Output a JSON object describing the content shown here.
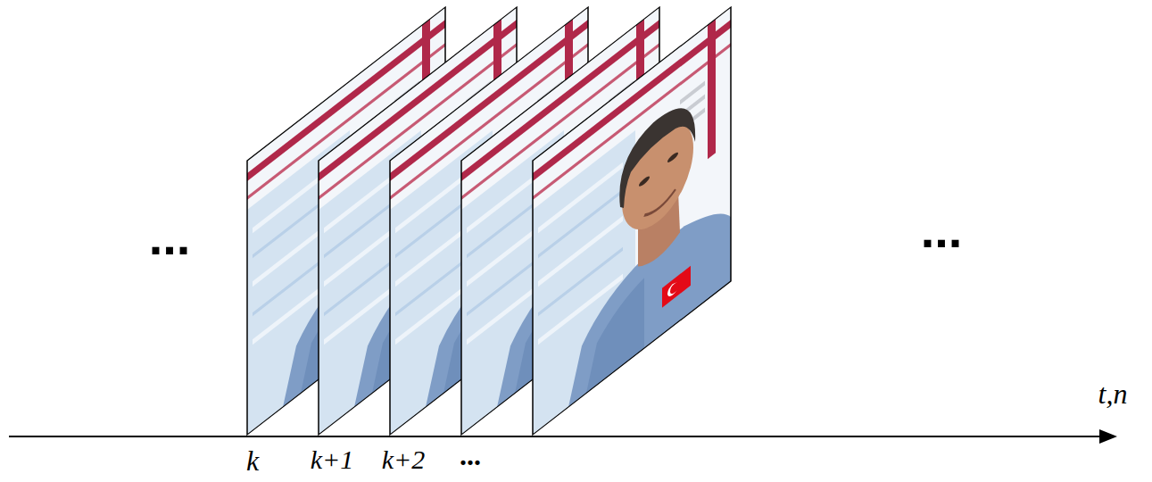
{
  "diagram": {
    "labels": [
      "...",
      "...",
      "k",
      "k+1",
      "k+2",
      "...",
      "t,n"
    ]
  }
}
